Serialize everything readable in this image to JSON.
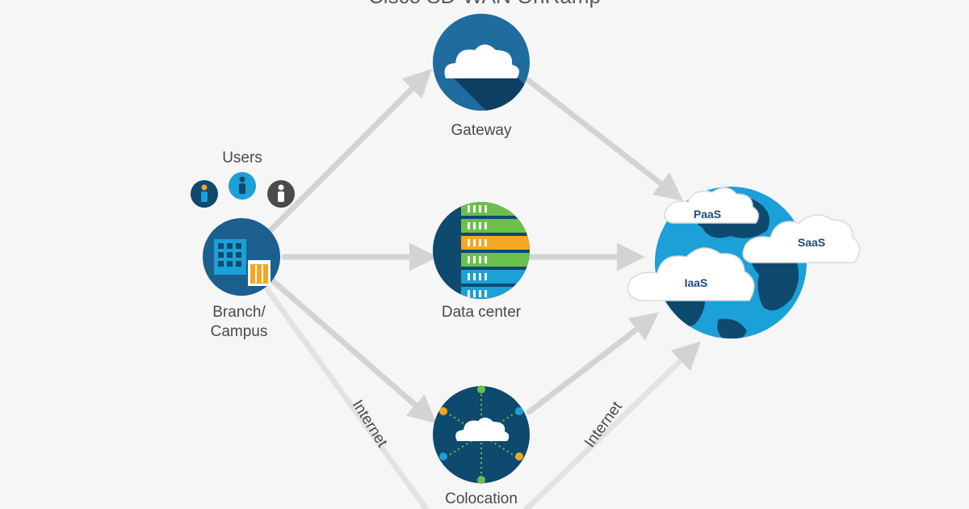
{
  "diagram": {
    "title": "Cisco SD-WAN OnRamp",
    "nodes": {
      "users": "Users",
      "branch_line1": "Branch/",
      "branch_line2": "Campus",
      "gateway": "Gateway",
      "data_center": "Data center",
      "colocation": "Colocation"
    },
    "clouds": {
      "paas": "PaaS",
      "saas": "SaaS",
      "iaas": "IaaS"
    },
    "edges": {
      "internet_left": "Internet",
      "internet_right": "Internet"
    }
  },
  "colors": {
    "navy": "#0d4a6e",
    "blue": "#1ba0d8",
    "light_blue": "#5fc2ea",
    "green": "#6cbf4b",
    "orange": "#f5a623",
    "arrow": "#d6d6d6",
    "dark_gray": "#4a4a4a"
  },
  "icons": [
    "user-icon",
    "building-icon",
    "server-rack-icon",
    "cloud-icon",
    "globe-icon"
  ]
}
